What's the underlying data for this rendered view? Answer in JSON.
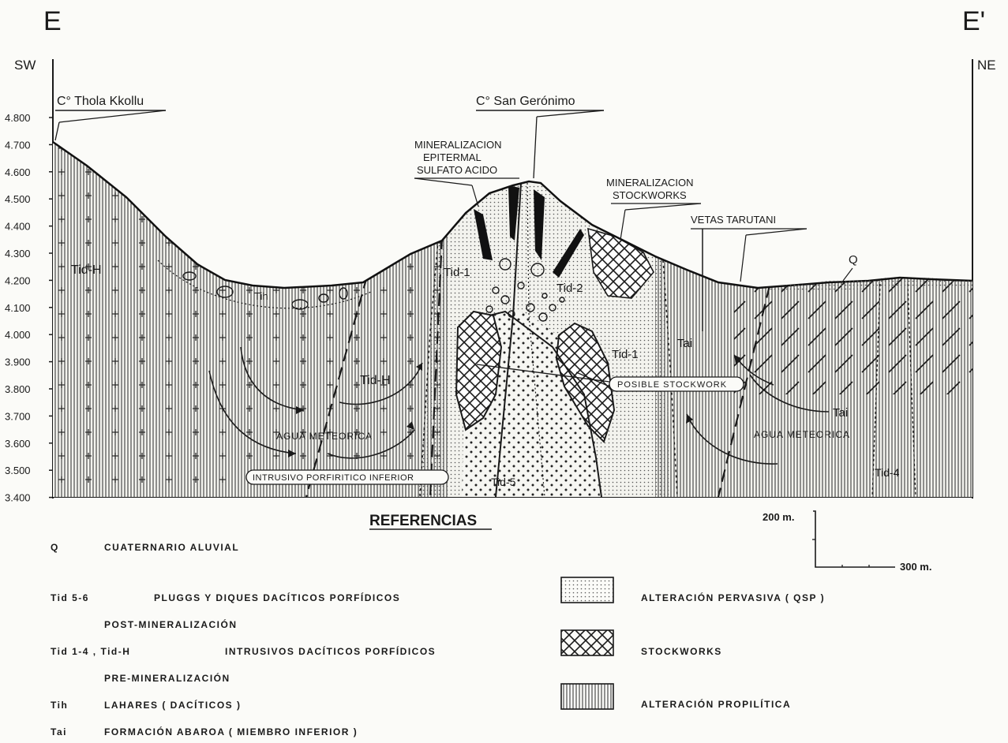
{
  "section": {
    "left_label": "E",
    "right_label": "E'",
    "left_dir": "SW",
    "right_dir": "NE",
    "elevation_ticks": [
      "4.800",
      "4.700",
      "4.600",
      "4.500",
      "4.400",
      "4.300",
      "4.200",
      "4.100",
      "4.000",
      "3.900",
      "3.800",
      "3.700",
      "3.600",
      "3.500",
      "3.400"
    ]
  },
  "peaks": {
    "thola": "C° Thola Kkollu",
    "sangeronimo": "C° San Gerónimo"
  },
  "callouts": {
    "epitermal_1": "MINERALIZACION",
    "epitermal_2": "EPITERMAL",
    "epitermal_3": "SULFATO  ACIDO",
    "stockworks_1": "MINERALIZACION",
    "stockworks_2": "STOCKWORKS",
    "vetas": "VETAS  TARUTANI",
    "q": "Q"
  },
  "units": {
    "tidh_left": "Tid-H",
    "tih": "Tih",
    "tidh_center": "Tid-H",
    "tid1_a": "Tid-1",
    "tid2": "Tid-2",
    "tid1_b": "Tid-1",
    "tai_a": "Tai",
    "tai_b": "Tai",
    "tid4": "Tid-4",
    "tid5": "Tid-5"
  },
  "annotations": {
    "agua_left": "AGUA METEORICA",
    "agua_right": "AGUA METEORICA",
    "posible": "POSIBLE   STOCKWORK",
    "intrusivo": "INTRUSIVO PORFIRITICO INFERIOR"
  },
  "scale": {
    "vertical": "200 m.",
    "horizontal": "300 m."
  },
  "legend": {
    "title": "REFERENCIAS",
    "q_code": "Q",
    "q_desc": "CUATERNARIO  ALUVIAL",
    "tid56_code": "Tid 5-6",
    "tid56_desc1": "PLUGGS  Y  DIQUES  DACÍTICOS  PORFÍDICOS",
    "tid56_desc2": "POST-MINERALIZACIÓN",
    "tid14_code": "Tid 1-4 , Tid-H",
    "tid14_desc1": "INTRUSIVOS  DACÍTICOS  PORFÍDICOS",
    "tid14_desc2": "PRE-MINERALIZACIÓN",
    "tih_code": "Tih",
    "tih_desc": "LAHARES  ( DACÍTICOS )",
    "tai_code": "Tai",
    "tai_desc": "FORMACIÓN  ABAROA  ( MIEMBRO  INFERIOR )",
    "qsp": "ALTERACIÓN  PERVASIVA ( QSP )",
    "stockworks": "STOCKWORKS",
    "propilitica": "ALTERACIÓN  PROPILÍTICA"
  }
}
